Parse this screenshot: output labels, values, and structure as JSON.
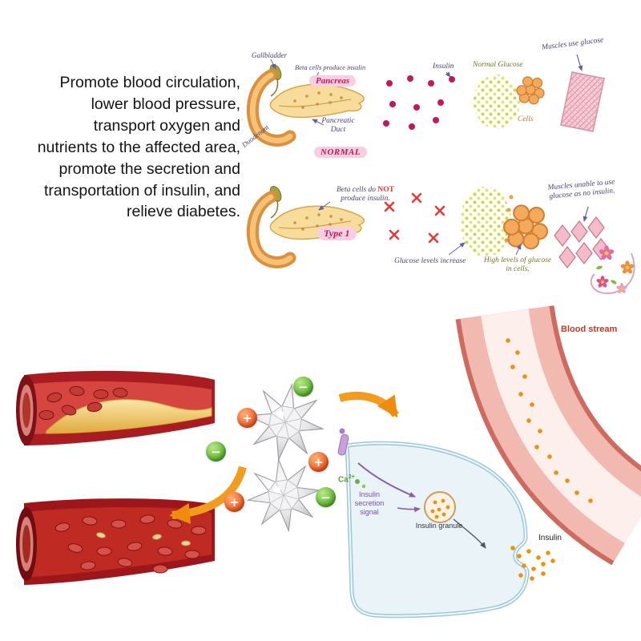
{
  "intro": {
    "text": "Promote blood circulation, lower blood pressure, transport oxygen and nutrients to the affected area, promote the secretion and transportation of insulin, and relieve diabetes."
  },
  "normal_row": {
    "gallbladder": "Gallbladder",
    "beta_cells": "Beta cells produce insulin",
    "pancreas": "Pancreas",
    "pancreatic_duct": "Pancreatic Duct",
    "badge": "NORMAL",
    "duodenum": "Duodenum",
    "insulin": "Insulin",
    "normal_glucose": "Normal Glucose",
    "cells": "Cells",
    "muscles": "Muscles use glucose"
  },
  "type1_row": {
    "beta_prefix": "Beta cells do ",
    "beta_not": "NOT",
    "beta_suffix": " produce insulin.",
    "badge": "Type 1",
    "glucose_increase": "Glucose levels increase",
    "high_levels": "High levels of glucose in cells.",
    "muscles": "Muscles unable to use glucose as no insulin."
  },
  "cell_diagram": {
    "blood_stream": "Blood stream",
    "ca_base": "Ca",
    "ca_sup": "2+",
    "secretion_signal": "Insulin secretion signal",
    "granule": "Insulin granule",
    "insulin": "Insulin"
  },
  "badges": {
    "plus": "+",
    "minus": "−"
  },
  "colors": {
    "magenta_accent": "#c2185b",
    "pill_bg": "#f8cfe2",
    "artery_red": "#a81c22",
    "plaque_yellow": "#eab94e",
    "arrow_orange": "#f08a12",
    "plus_badge": "#f05a1e",
    "minus_badge": "#59b22e",
    "vessel_pink": "#f2b9b0",
    "cell_blue": "#e9f3f8",
    "signal_purple": "#7b4fa6",
    "insulin_orange": "#e8940a",
    "bloodstream_red": "#c0392b"
  }
}
